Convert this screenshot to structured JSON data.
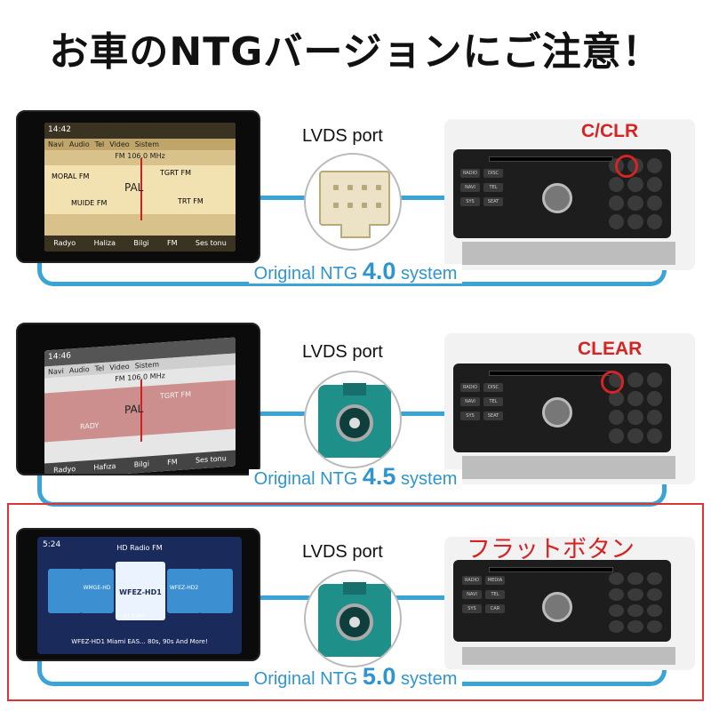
{
  "title": "お車のNTGバージョンにご注意！",
  "rows": [
    {
      "lvds_label": "LVDS port",
      "system_prefix": "Original NTG",
      "version": "4.0",
      "system_suffix": "system",
      "button_label": "C/CLR",
      "screen": {
        "time": "14:42",
        "menu": [
          "Navi",
          "Audio",
          "Tel",
          "Video",
          "Sistem"
        ],
        "freq": "FM 106.0 MHz",
        "stations": [
          "MORAL FM",
          "TGRT FM",
          "PAL",
          "MUIDE FM",
          "TRT FM"
        ],
        "softkeys": [
          "Radyo",
          "Haliza",
          "Bilgi",
          "FM",
          "Ses tonu"
        ]
      }
    },
    {
      "lvds_label": "LVDS port",
      "system_prefix": "Original NTG",
      "version": "4.5",
      "system_suffix": "system",
      "button_label": "CLEAR",
      "screen": {
        "time": "14:46",
        "menu": [
          "Navi",
          "Audio",
          "Tel",
          "Video",
          "Sistem"
        ],
        "freq": "FM 106.0 MHz",
        "stations": [
          "PAL",
          "TGRT FM",
          "RADY"
        ],
        "softkeys": [
          "Radyo",
          "Hafıza",
          "Bilgi",
          "FM",
          "Ses tonu"
        ]
      }
    },
    {
      "lvds_label": "LVDS port",
      "system_prefix": "Original NTG",
      "version": "5.0",
      "system_suffix": "system",
      "button_label": "フラットボタン",
      "screen": {
        "time": "5:24",
        "title": "HD Radio FM",
        "main_station": "WFEZ-HD1",
        "side_stations": [
          "WMGE-HD",
          "WFEZ-HD2"
        ],
        "main_freq": "93.1 FM",
        "caption": "WFEZ-HD1 Miami EAS... 80s, 90s And More!"
      }
    }
  ]
}
